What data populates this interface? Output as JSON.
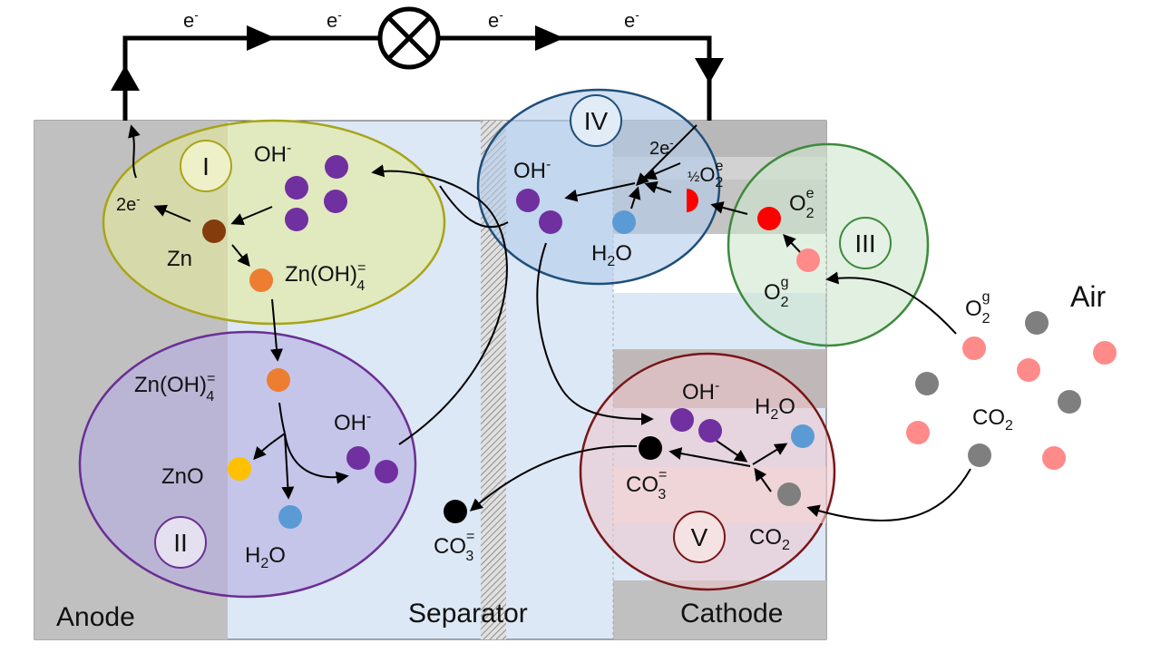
{
  "regions": {
    "anode": "Anode",
    "separator": "Separator",
    "cathode": "Cathode",
    "air": "Air"
  },
  "circuit": {
    "electron": "e",
    "minus": "-",
    "load_icon": "lamp-icon"
  },
  "zones": {
    "I": "I",
    "II": "II",
    "III": "III",
    "IV": "IV",
    "V": "V"
  },
  "species": {
    "oh": "OH",
    "zn": "Zn",
    "zincate_base": "Zn(OH)",
    "zincate_sub": "4",
    "zincate_sup": "=",
    "zno": "ZnO",
    "h2o_h": "H",
    "h2o_sub": "2",
    "h2o_o": "O",
    "co3_base": "CO",
    "co3_sub": "3",
    "co3_sup": "=",
    "co2_base": "CO",
    "co2_sub": "2",
    "o2_base": "O",
    "o2_sub": "2",
    "sup_g": "g",
    "sup_e": "e",
    "half": "½",
    "two_e": "2e",
    "minus": "-"
  },
  "colors": {
    "anode_gray": "#c0c0c0",
    "electrolyte": "#dce8f5",
    "separator_hatch": "#8a8a8a",
    "zone_I_fill": "#e2e8b4",
    "zone_I_stroke": "#a8a418",
    "zone_II_fill": "#c9c3e3",
    "zone_II_stroke": "#6a2f94",
    "zone_III_fill": "#d8ead8",
    "zone_III_stroke": "#3d8a3d",
    "zone_IV_fill": "#c0d3ea",
    "zone_IV_stroke": "#1f4f7a",
    "zone_V_fill": "#e9d0d4",
    "zone_V_stroke": "#7a1518",
    "oh_purple": "#7030a0",
    "zn_brown": "#843c0c",
    "zincate_orange": "#ed7d31",
    "zno_yellow": "#ffc000",
    "h2o_blue": "#5b9bd5",
    "co3_black": "#000000",
    "co2_gray": "#7f7f7f",
    "o2_red": "#ff0000",
    "o2_pink": "#ff8a8a"
  }
}
